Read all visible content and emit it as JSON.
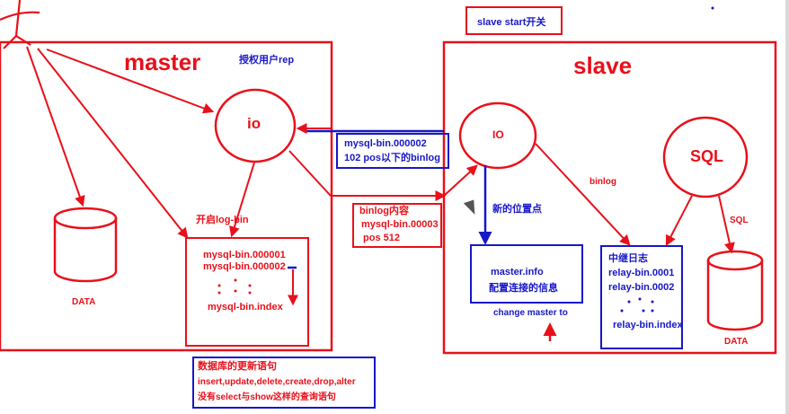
{
  "texts": {
    "master_title": "master",
    "slave_title": "slave",
    "auth_user": "授权用户rep",
    "slave_start": "slave start开关",
    "master_io": "io",
    "slave_io": "IO",
    "sql": "SQL",
    "enable_logbin": "开启log-bin",
    "data_master": "DATA",
    "data_slave": "DATA",
    "binlog": "binlog",
    "sql_arrow": "SQL",
    "new_position": "新的位置点",
    "change_master": "change master to",
    "request_lines": [
      "mysql-bin.000002",
      "102 pos以下的binlog"
    ],
    "response_lines": [
      "binlog内容",
      "mysql-bin.00003",
      "pos 512"
    ],
    "master_binlog_lines": [
      "mysql-bin.000001",
      "mysql-bin.000002"
    ],
    "master_binlog_index": "mysql-bin.index",
    "master_info_lines": [
      "master.info",
      "配置连接的信息"
    ],
    "relay_lines": [
      "中继日志",
      "relay-bin.0001",
      "relay-bin.0002"
    ],
    "relay_index": "relay-bin.index",
    "db_statements": [
      "数据库的更新语句",
      "insert,update,delete,create,drop,alter",
      "没有select与show这样的查询语句"
    ]
  },
  "colors": {
    "red": "#e8101a",
    "blue": "#1717c8"
  }
}
